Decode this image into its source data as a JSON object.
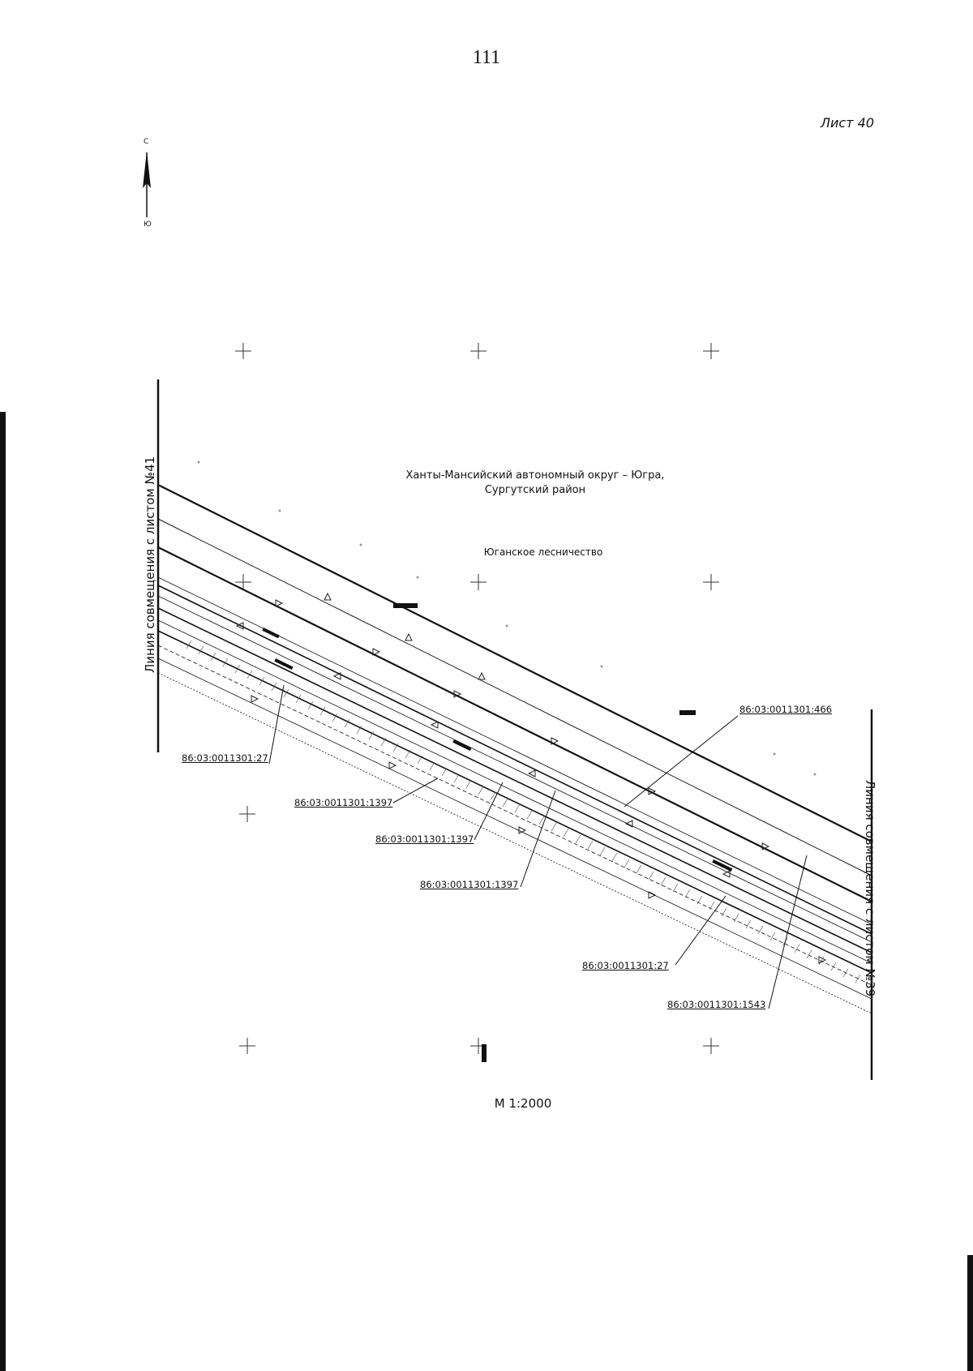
{
  "page": {
    "number": "111",
    "sheet_label": "Лист 40"
  },
  "north_arrow": {
    "north": "С",
    "south": "Ю"
  },
  "map": {
    "region_line1": "Ханты-Мансийский автономный округ – Югра,",
    "region_line2": "Сургутский район",
    "forestry": "Юганское лесничество",
    "match_line_left": "Линия совмещения с листом №41",
    "match_line_right": "Линия совмещения с листом №39",
    "scale": "М 1:2000"
  },
  "parcels": [
    "86:03:0011301:27",
    "86:03:0011301:1397",
    "86:03:0011301:1397",
    "86:03:0011301:1397",
    "86:03:0011301:466",
    "86:03:0011301:27",
    "86:03:0011301:1543"
  ]
}
